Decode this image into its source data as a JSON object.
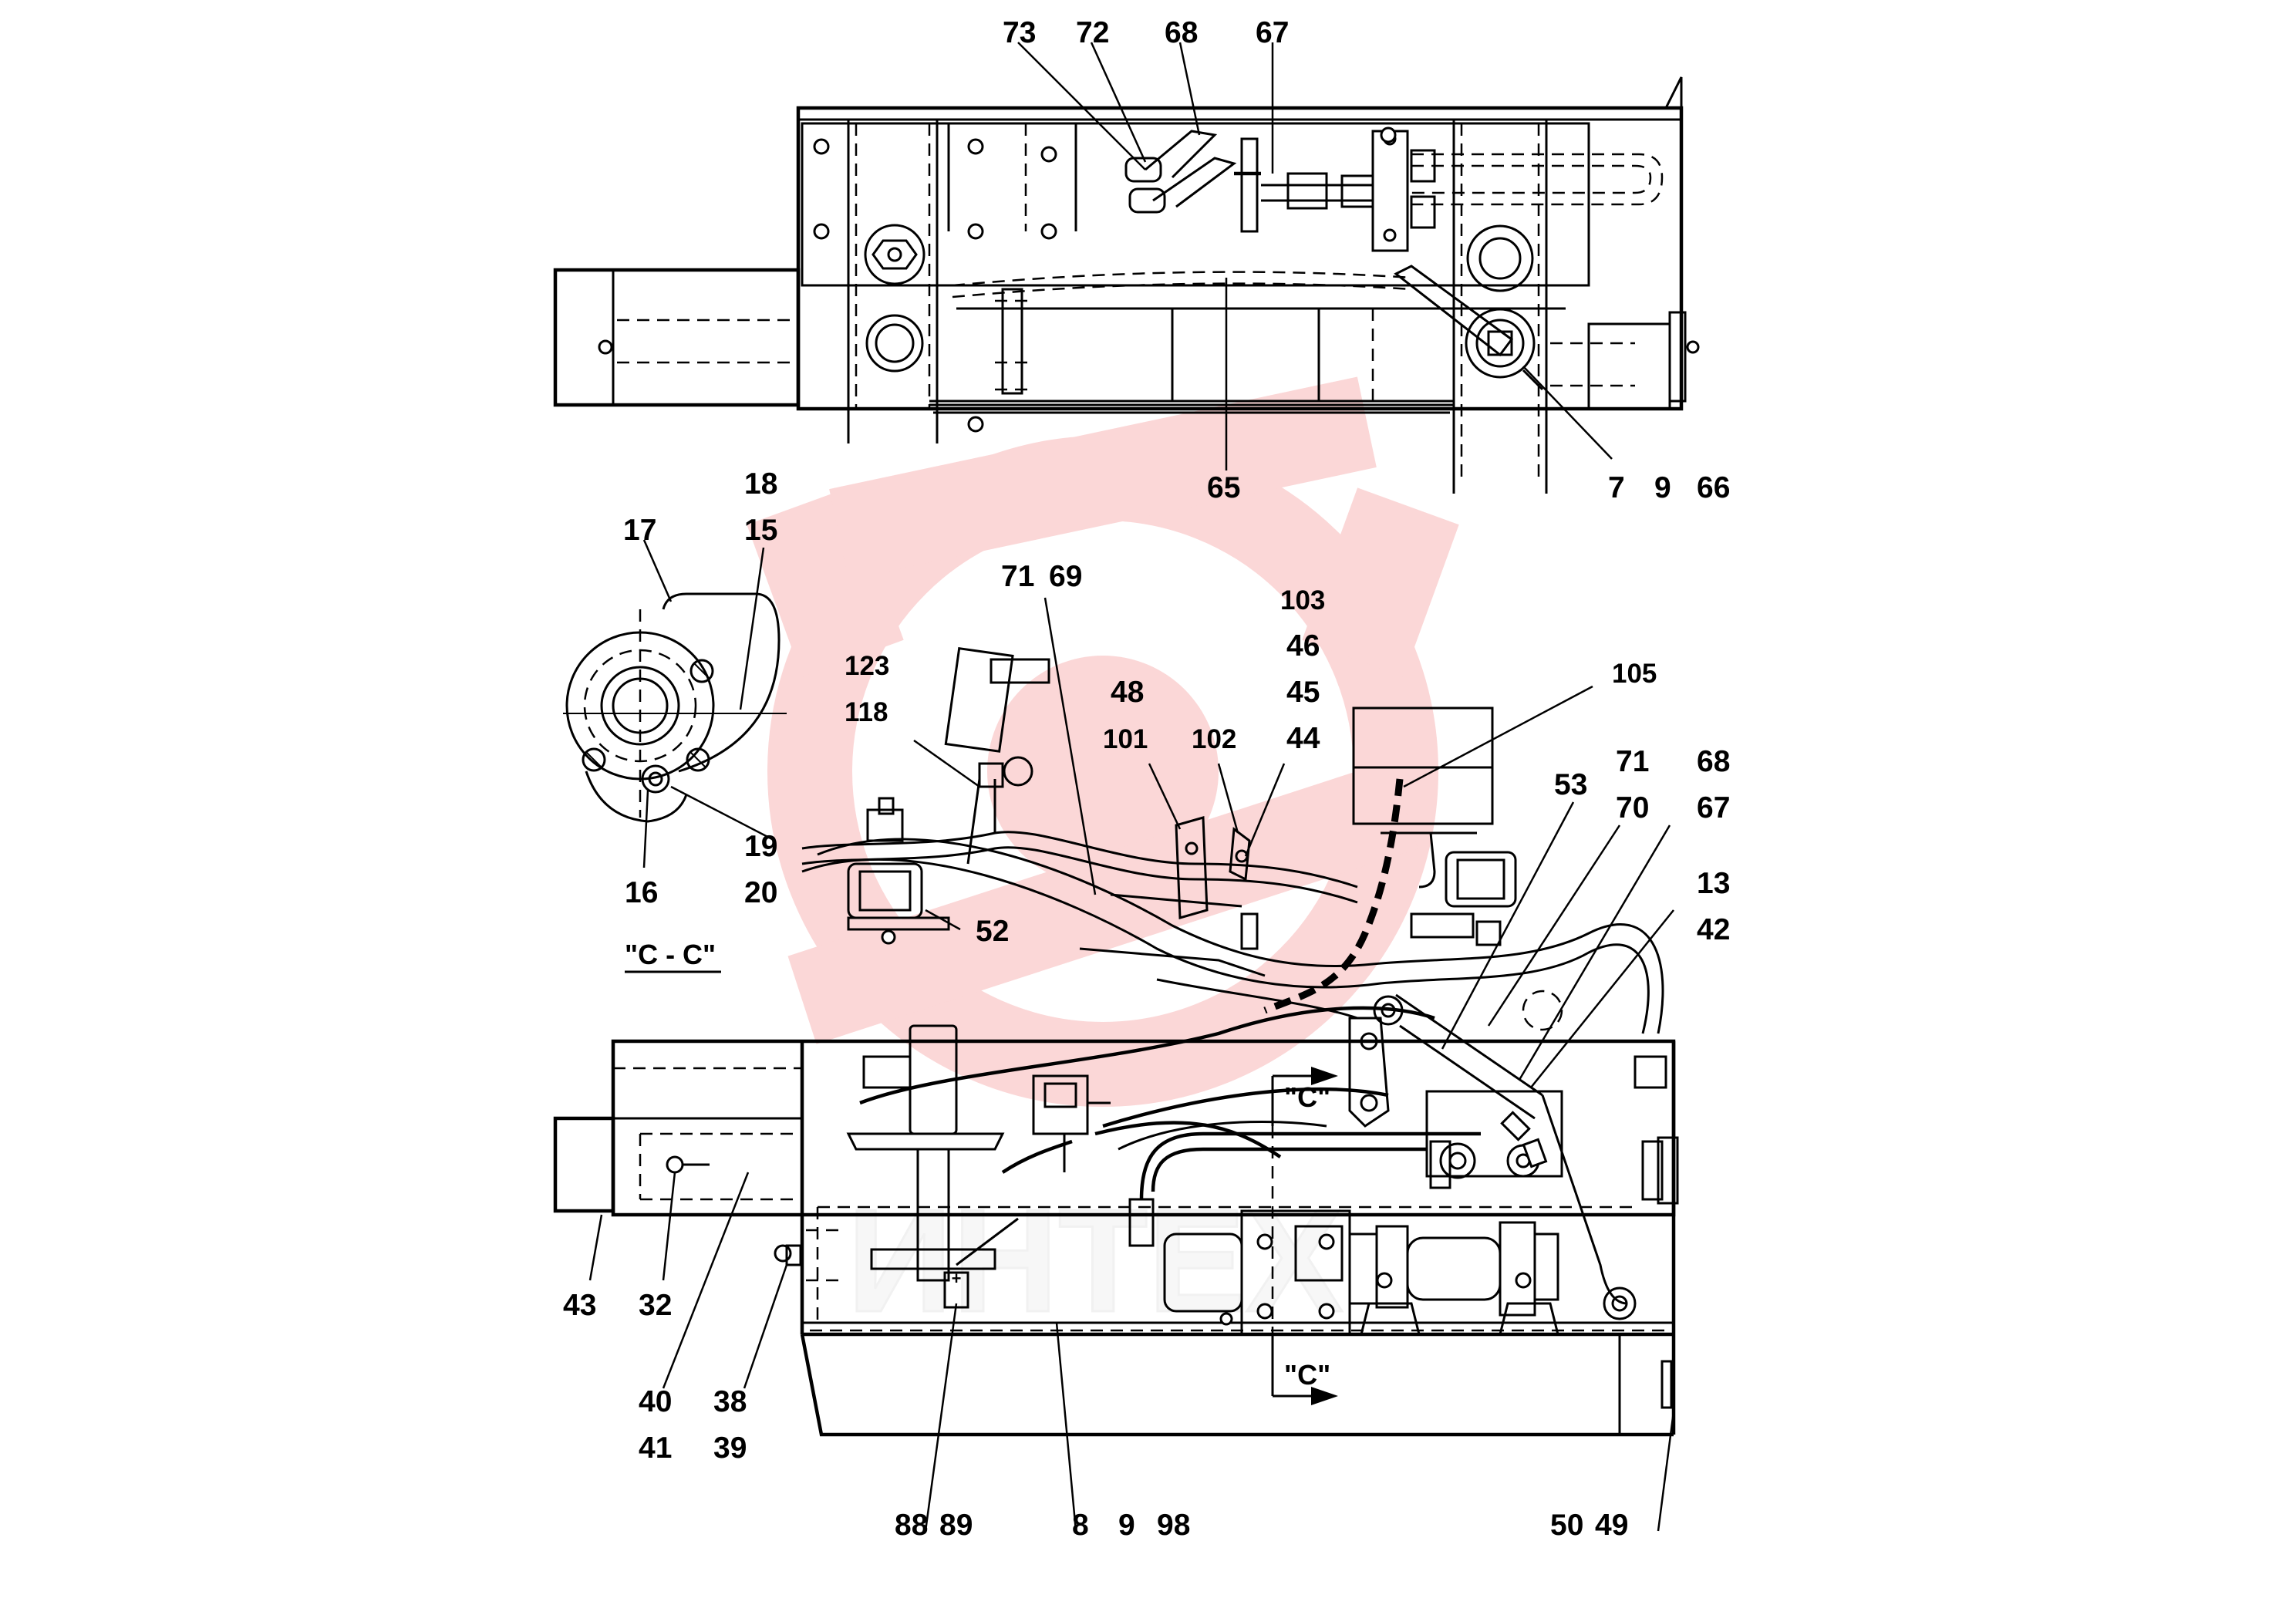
{
  "watermark": {
    "text": "ИНТЕХ",
    "color": "#f7b6b6"
  },
  "section_mark": "\"C\"",
  "section_title": "\"C - C\"",
  "colors": {
    "line": "#000000",
    "watermark": "#f7b6b6",
    "background": "#ffffff"
  },
  "callouts": {
    "c73": "73",
    "c72": "72",
    "c68a": "68",
    "c67a": "67",
    "c65": "65",
    "c7a": "7",
    "c9a": "9",
    "c66": "66",
    "c18": "18",
    "c17": "17",
    "c15": "15",
    "c19": "19",
    "c16": "16",
    "c20": "20",
    "c71a": "71",
    "c69": "69",
    "c103": "103",
    "c123": "123",
    "c46": "46",
    "c48": "48",
    "c45": "45",
    "c105": "105",
    "c118": "118",
    "c101": "101",
    "c102": "102",
    "c44": "44",
    "c71b": "71",
    "c68b": "68",
    "c53": "53",
    "c70": "70",
    "c67b": "67",
    "c52": "52",
    "c13": "13",
    "c42": "42",
    "c43": "43",
    "c32": "32",
    "c40": "40",
    "c38": "38",
    "c41": "41",
    "c39": "39",
    "c88": "88",
    "c89": "89",
    "c8": "8",
    "c9b": "9",
    "c98": "98",
    "c50": "50",
    "c49": "49"
  }
}
